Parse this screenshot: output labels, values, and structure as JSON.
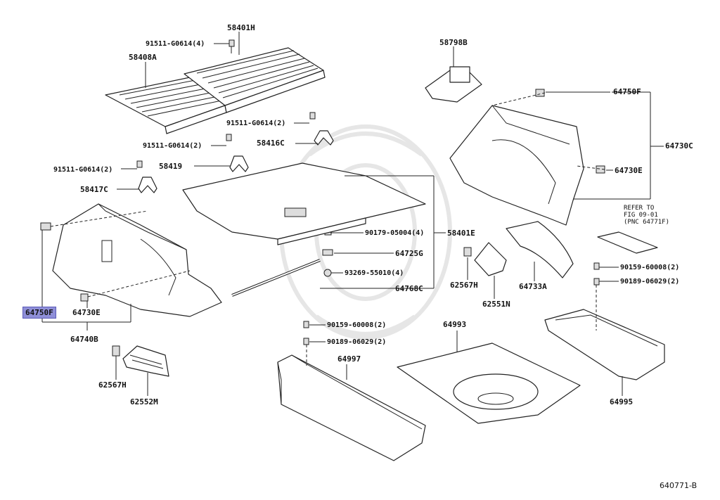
{
  "labels": {
    "p58401H": "58401H",
    "p91511_a": "91511-G0614(4)",
    "p58408A": "58408A",
    "p58798B": "58798B",
    "p64750F_r": "64750F",
    "p91511_b": "91511-G0614(2)",
    "p58416C": "58416C",
    "p91511_c": "91511-G0614(2)",
    "p58419": "58419",
    "p64730C": "64730C",
    "p91511_d": "91511-G0614(2)",
    "p64730E_r": "64730E",
    "p58417C": "58417C",
    "p90179": "90179-05004(4)",
    "p58401E": "58401E",
    "p64725G": "64725G",
    "p93269": "93269-55010(4)",
    "p64768C": "64768C",
    "p62567H_a": "62567H",
    "p64733A": "64733A",
    "p62551N": "62551N",
    "p90159_r": "90159-60008(2)",
    "p90189_r": "90189-06029(2)",
    "p64750F_l": "64750F",
    "p64730E_l": "64730E",
    "p64740B": "64740B",
    "p64993": "64993",
    "p90159_c": "90159-60008(2)",
    "p90189_c": "90189-06029(2)",
    "p64997": "64997",
    "p62567H_b": "62567H",
    "p62552M": "62552M",
    "p64995": "64995"
  },
  "note": {
    "line1": "REFER TO",
    "line2": "FIG 09-01",
    "line3": "(PNC 64771F)"
  },
  "figure_id": "640771-B",
  "highlight_color": "#8f8fd8"
}
